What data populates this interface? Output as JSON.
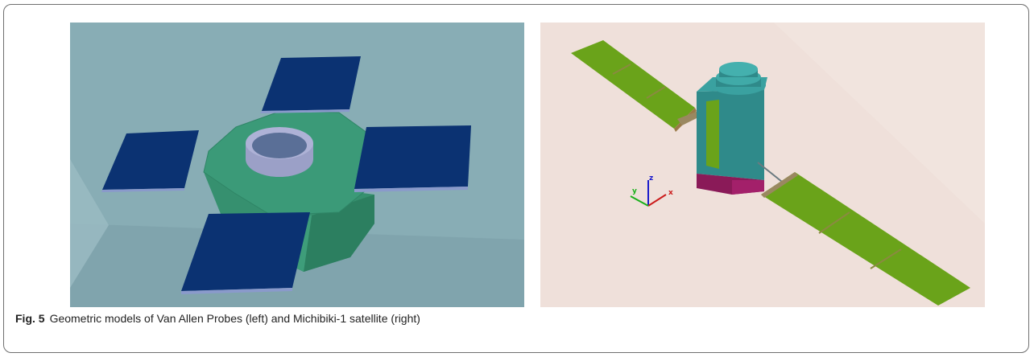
{
  "caption": {
    "label": "Fig. 5",
    "text": "Geometric models of Van Allen Probes (left) and Michibiki-1 satellite (right)"
  },
  "left_image": {
    "background": "#88aeb6",
    "body_color": "#3a9a78",
    "panel_color": "#0b3272",
    "ring_color": "#9fa3c8"
  },
  "right_image": {
    "background": "#efe0da",
    "panel_color": "#6da51c",
    "bus_color": "#2f8a8a",
    "base_color": "#8a1a58",
    "axis_labels": {
      "x": "x",
      "y": "y",
      "z": "z"
    }
  }
}
